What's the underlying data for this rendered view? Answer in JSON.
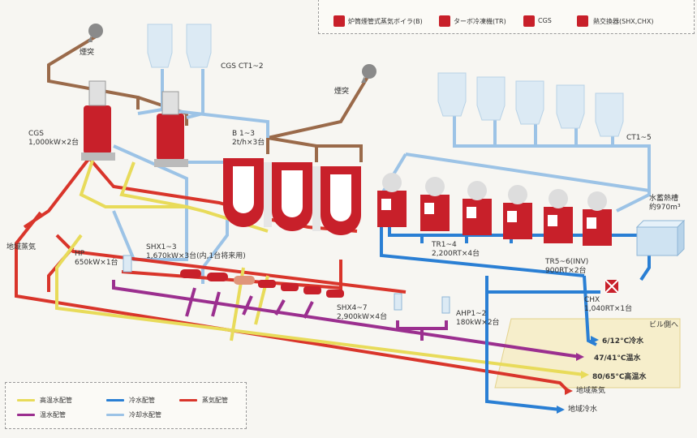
{
  "colors": {
    "steam": "#d9352b",
    "hot_water": "#e8db5a",
    "warm_water": "#9b2f8f",
    "chilled_water": "#2a7fd4",
    "cooling_water": "#9cc3e6",
    "exhaust": "#9a6a4a",
    "equipment_red": "#c8202a"
  },
  "legend_top": {
    "items": [
      {
        "icon": "boiler-icon",
        "label": "炉筒煙管式蒸気ボイラ(B)"
      },
      {
        "icon": "turbo-chiller-icon",
        "label": "ターボ冷凍機(TR)"
      },
      {
        "icon": "cgs-icon",
        "label": "CGS"
      },
      {
        "icon": "heat-exchanger-icon",
        "label": "熱交換器(SHX,CHX)"
      }
    ]
  },
  "legend_bottom": {
    "items": [
      {
        "key": "hot_water",
        "label": "高温水配管"
      },
      {
        "key": "chilled_water",
        "label": "冷水配管"
      },
      {
        "key": "steam",
        "label": "蒸気配管"
      },
      {
        "key": "warm_water",
        "label": "温水配管"
      },
      {
        "key": "cooling_water",
        "label": "冷却水配管"
      }
    ]
  },
  "labels": {
    "chimney_left": "煙突",
    "chimney_right": "煙突",
    "cgs_ct": "CGS CT1~2",
    "cgs_name": "CGS",
    "cgs_spec": "1,000kW×2台",
    "boiler_name": "B 1~3",
    "boiler_spec": "2t/h×3台",
    "ct": "CT1~5",
    "tank_name": "水蓄熱槽",
    "tank_spec": "約970m³",
    "district_steam_in": "地域蒸気",
    "hp_name": "HP",
    "hp_spec": "650kW×1台",
    "shx13_name": "SHX1~3",
    "shx13_spec": "1,670kW×3台(内,1台将来用)",
    "tr14_name": "TR1~4",
    "tr14_spec": "2,200RT×4台",
    "tr56_name": "TR5~6(INV)",
    "tr56_spec": "900RT×2台",
    "chx_name": "CHX",
    "chx_spec": "1,040RT×1台",
    "shx47_name": "SHX4~7",
    "shx47_spec": "2,900kW×4台",
    "ahp_name": "AHP1~2",
    "ahp_spec": "180kW×2台",
    "to_building": "ビル側へ",
    "out_chilled": "6/12°C冷水",
    "out_warm": "47/41°C温水",
    "out_hot": "80/65°C高温水",
    "out_district_steam": "地域蒸気",
    "out_district_chilled": "地域冷水"
  }
}
